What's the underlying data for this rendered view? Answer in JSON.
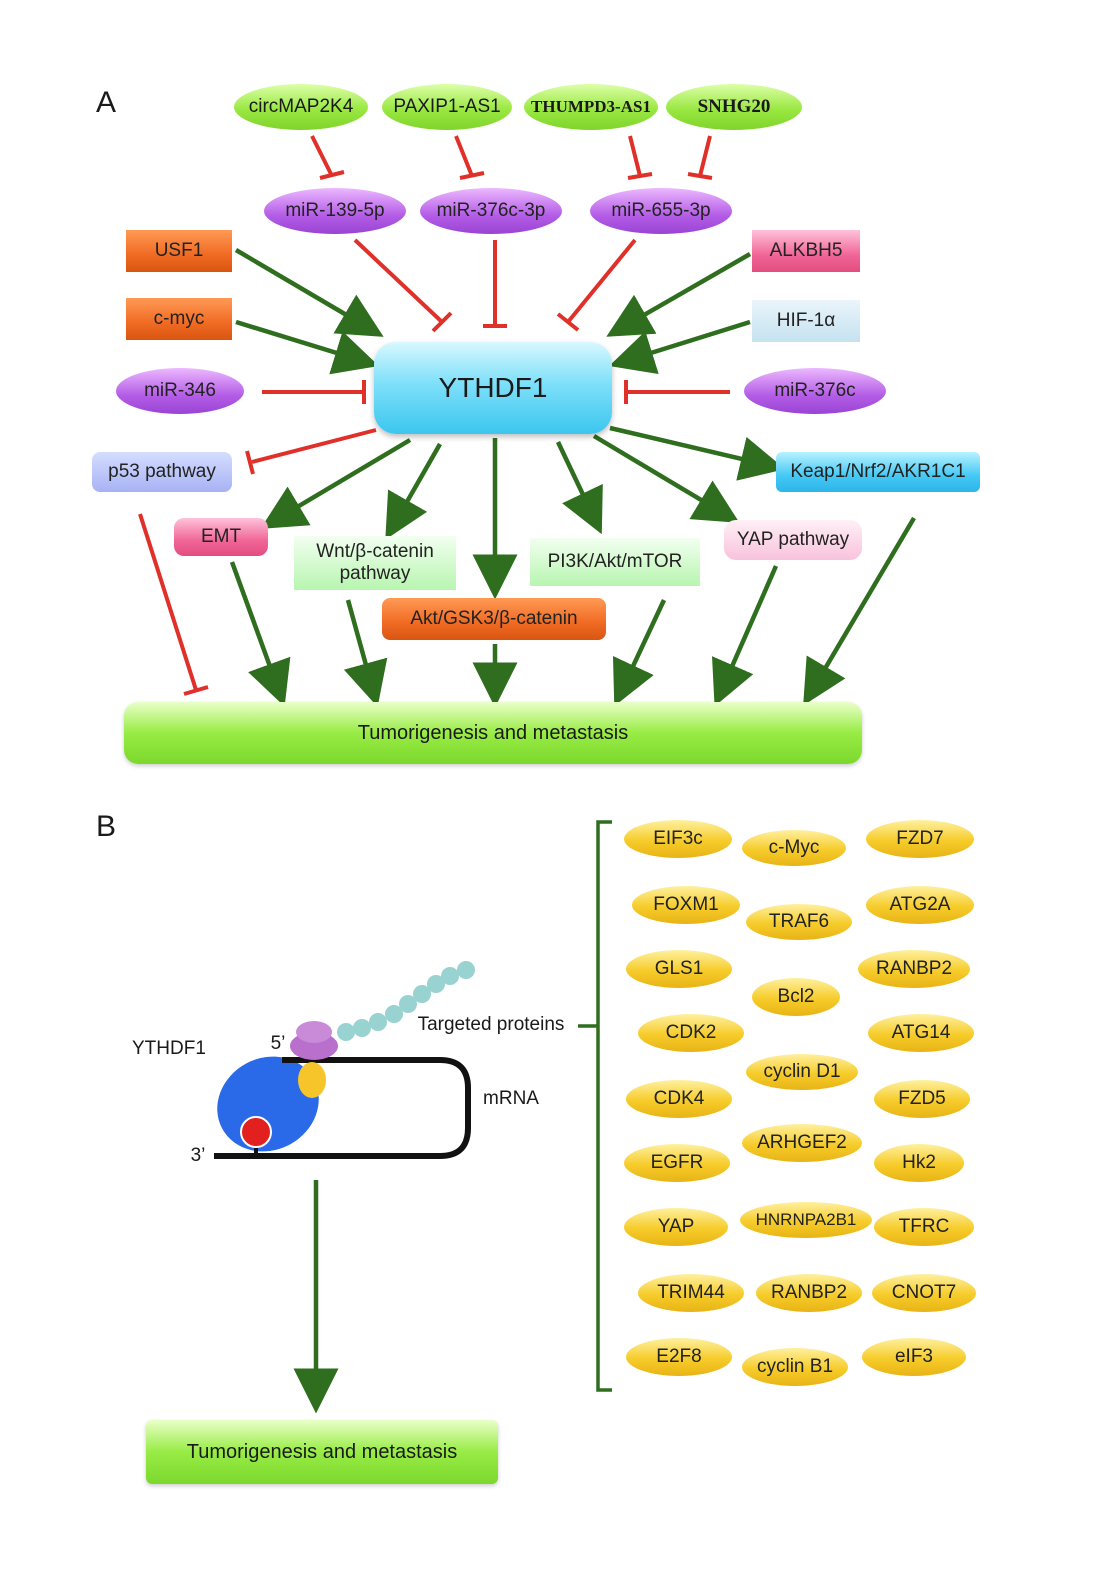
{
  "panelA": {
    "label": "A",
    "lncrnas": [
      "circMAP2K4",
      "PAXIP1-AS1",
      "THUMPD3-AS1",
      "SNHG20"
    ],
    "mirnas_top": [
      "miR-139-5p",
      "miR-376c-3p",
      "miR-655-3p"
    ],
    "center": "YTHDF1",
    "left_activators": [
      "USF1",
      "c-myc"
    ],
    "right_activators": [
      "ALKBH5",
      "HIF-1α"
    ],
    "left_inhibitor": "miR-346",
    "right_inhibitor": "miR-376c",
    "downstream": {
      "p53": "p53 pathway",
      "emt": "EMT",
      "wnt": "Wnt/β-catenin pathway",
      "akt": "Akt/GSK3/β-catenin",
      "pi3k": "PI3K/Akt/mTOR",
      "yap": "YAP pathway",
      "keap": "Keap1/Nrf2/AKR1C1"
    },
    "outcome": "Tumorigenesis and metastasis"
  },
  "panelB": {
    "label": "B",
    "ythdf1": "YTHDF1",
    "five_prime": "5’",
    "three_prime": "3’",
    "mrna": "mRNA",
    "targeted": "Targeted proteins",
    "outcome": "Tumorigenesis and metastasis",
    "proteins": [
      [
        "EIF3c",
        "c-Myc",
        "FZD7"
      ],
      [
        "FOXM1",
        "TRAF6",
        "ATG2A"
      ],
      [
        "GLS1",
        "Bcl2",
        "RANBP2"
      ],
      [
        "CDK2",
        "cyclin D1",
        "ATG14"
      ],
      [
        "CDK4",
        "ARHGEF2",
        "FZD5"
      ],
      [
        "EGFR",
        "HNRNPA2B1",
        "Hk2"
      ],
      [
        "YAP",
        "RANBP2",
        "TFRC"
      ],
      [
        "TRIM44",
        "cyclin B1",
        "CNOT7"
      ],
      [
        "E2F8",
        "eIF3"
      ]
    ]
  },
  "colors": {
    "activation": "#2e6e1e",
    "inhibition": "#e0302a"
  }
}
